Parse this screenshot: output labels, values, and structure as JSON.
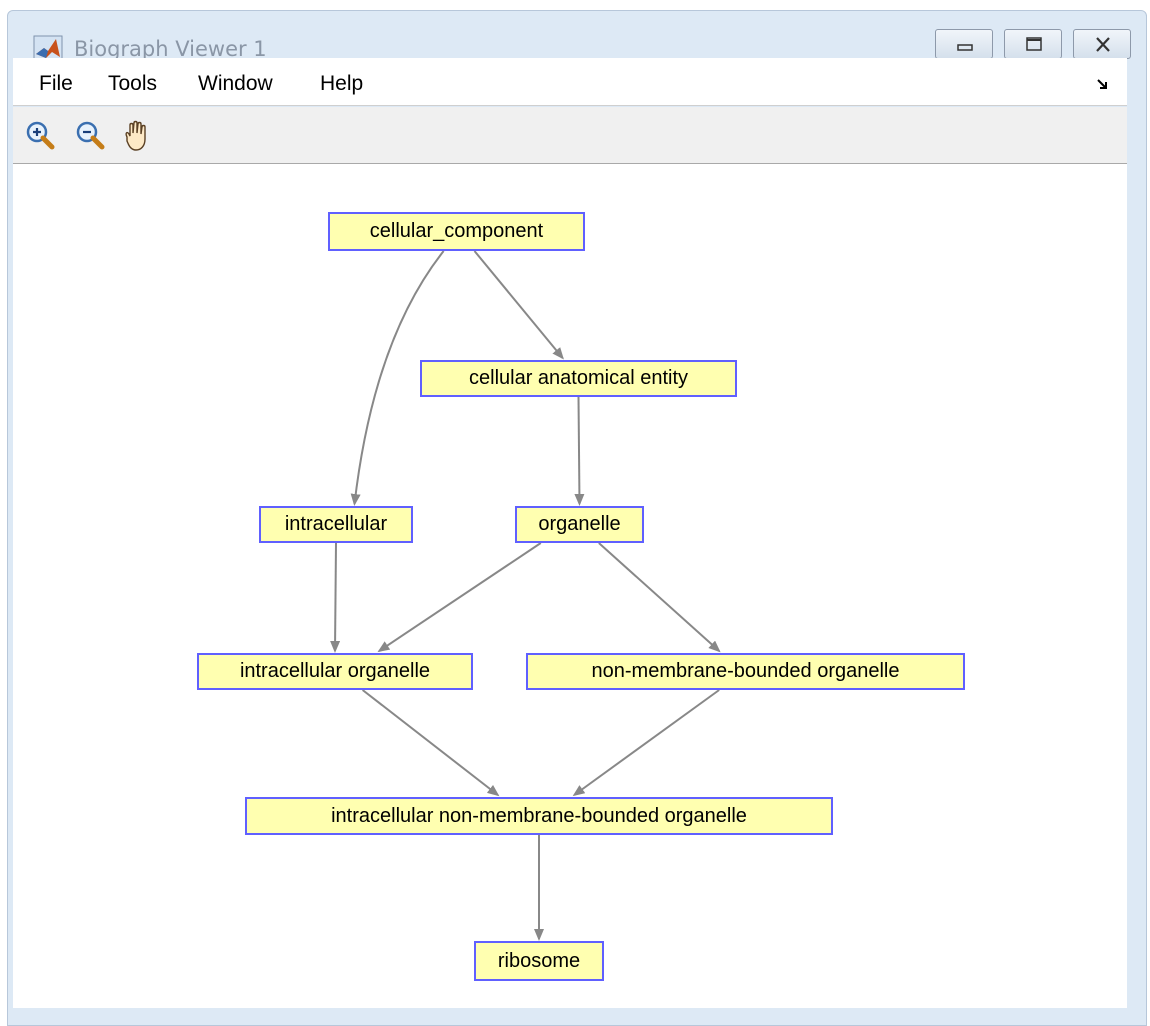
{
  "window": {
    "title": "Biograph Viewer 1",
    "icon": "matlab-logo-icon",
    "controls": [
      "minimize-icon",
      "maximize-icon",
      "close-icon"
    ]
  },
  "menubar": {
    "items": [
      "File",
      "Tools",
      "Window",
      "Help"
    ]
  },
  "toolbar": {
    "tools": [
      "zoom-in-icon",
      "zoom-out-icon",
      "pan-hand-icon"
    ]
  },
  "colors": {
    "node_fill": "#ffffb0",
    "node_border": "#6060ff",
    "edge": "#888888"
  },
  "graph": {
    "nodes": {
      "cellular_component": "cellular_component",
      "cellular_anatomical_entity": "cellular anatomical entity",
      "intracellular": "intracellular",
      "organelle": "organelle",
      "intracellular_organelle": "intracellular organelle",
      "non_membrane_bounded_organelle": "non-membrane-bounded organelle",
      "intracellular_non_membrane_bounded_organelle": "intracellular non-membrane-bounded organelle",
      "ribosome": "ribosome"
    },
    "edges": [
      [
        "cellular_component",
        "cellular_anatomical_entity"
      ],
      [
        "cellular_component",
        "intracellular"
      ],
      [
        "cellular_anatomical_entity",
        "organelle"
      ],
      [
        "intracellular",
        "intracellular_organelle"
      ],
      [
        "organelle",
        "intracellular_organelle"
      ],
      [
        "organelle",
        "non_membrane_bounded_organelle"
      ],
      [
        "intracellular_organelle",
        "intracellular_non_membrane_bounded_organelle"
      ],
      [
        "non_membrane_bounded_organelle",
        "intracellular_non_membrane_bounded_organelle"
      ],
      [
        "intracellular_non_membrane_bounded_organelle",
        "ribosome"
      ]
    ]
  }
}
